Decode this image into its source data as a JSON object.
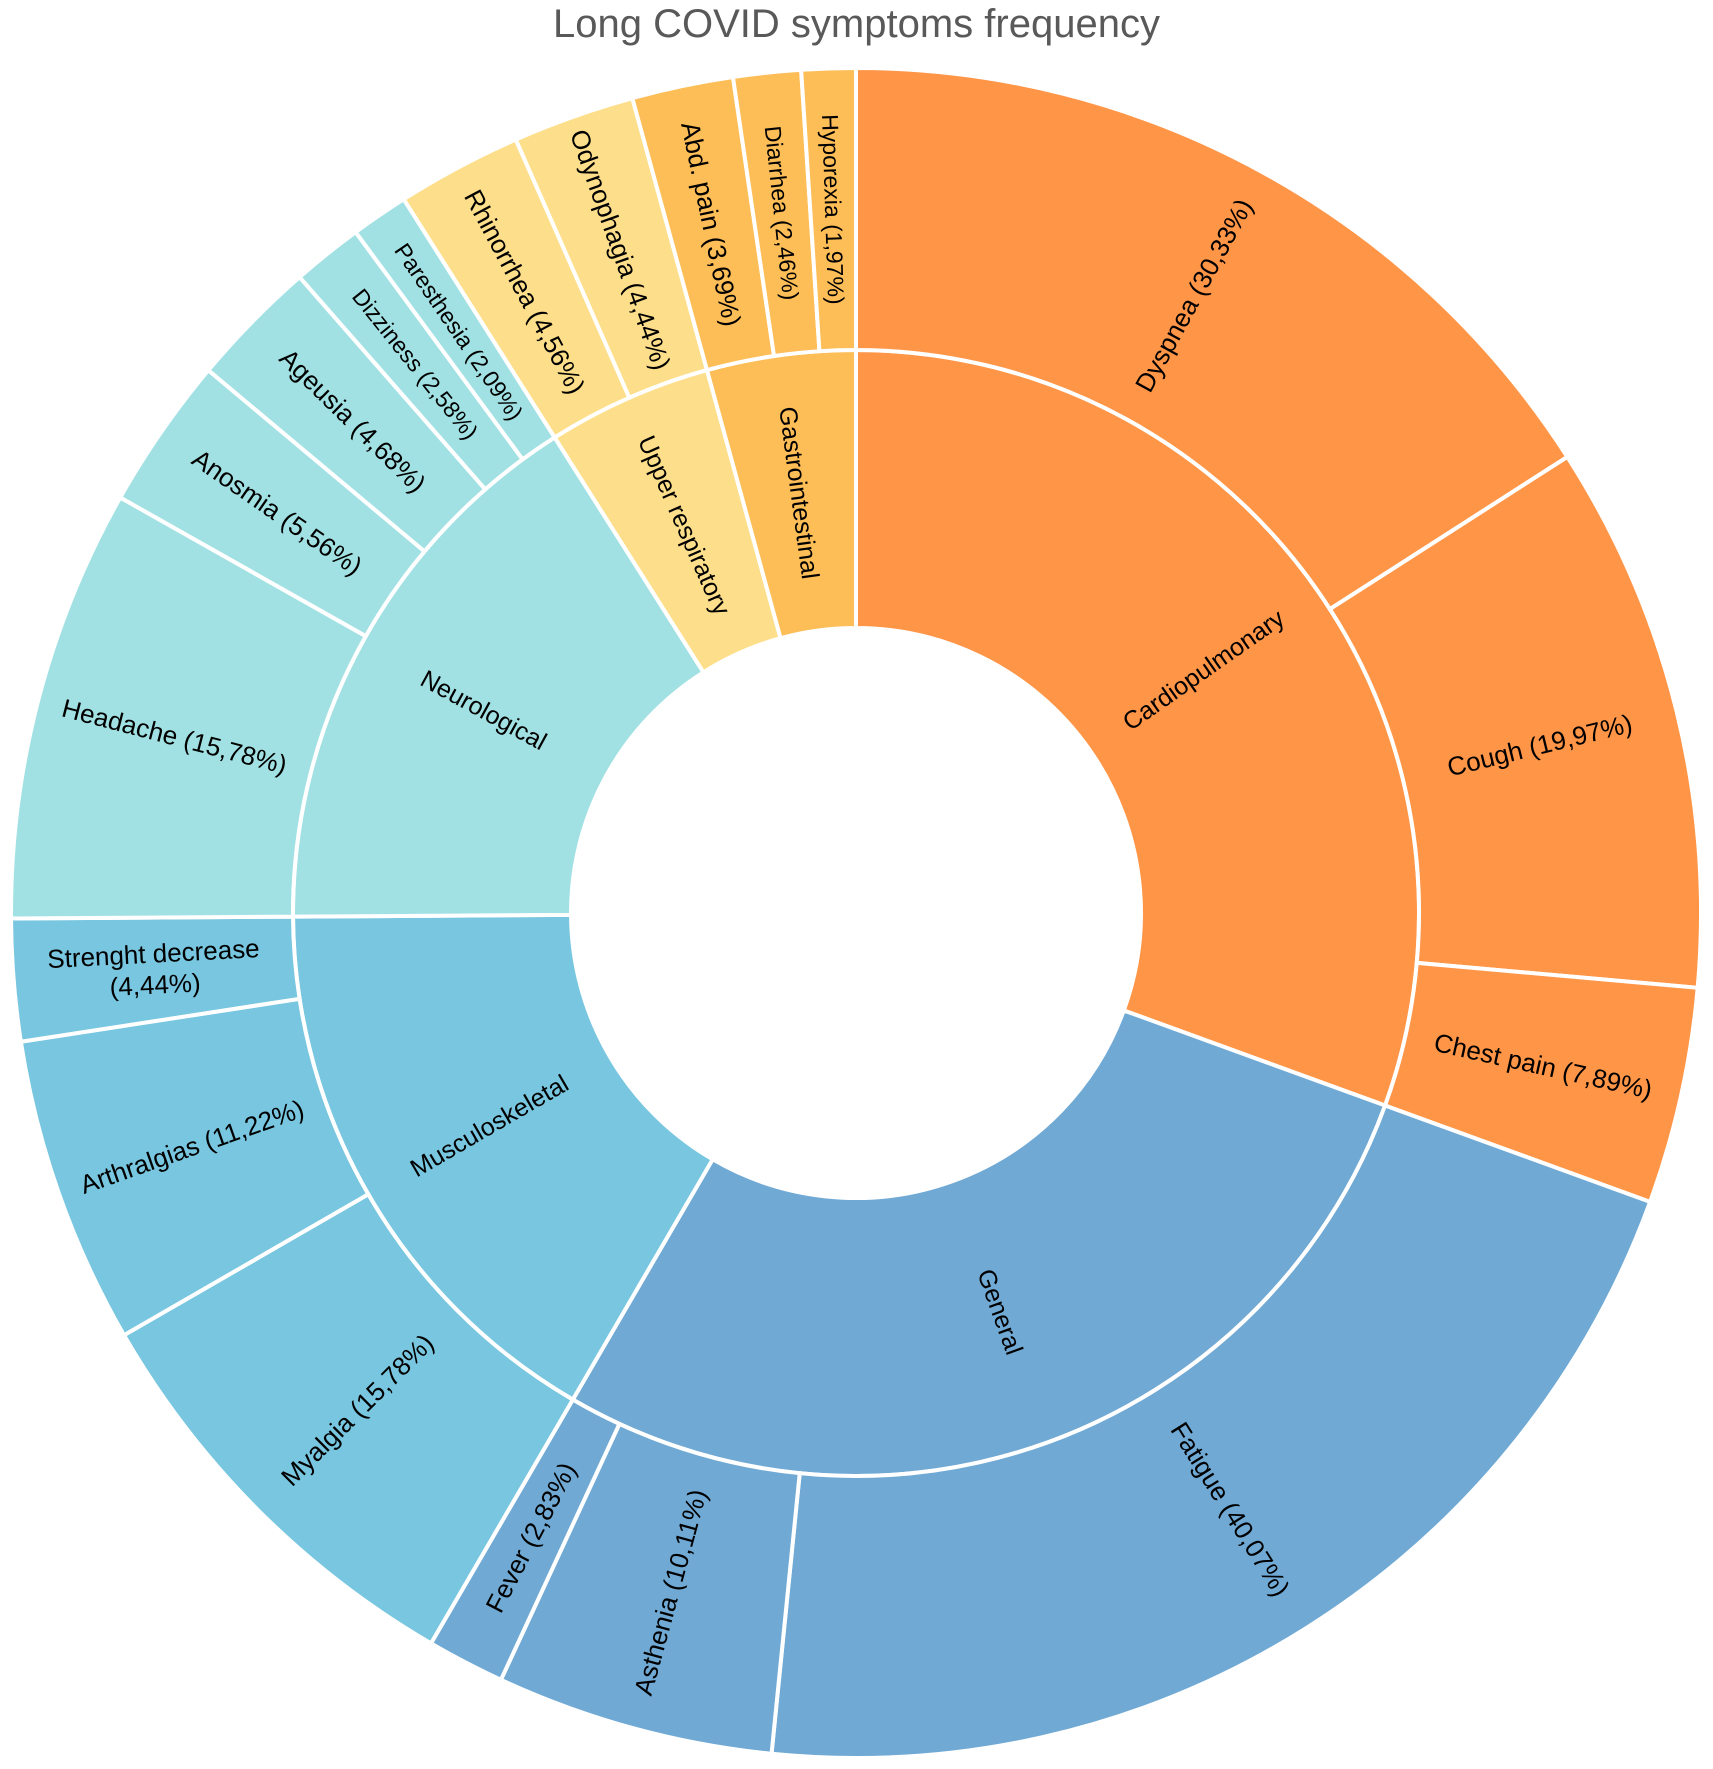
{
  "chart_data": {
    "type": "sunburst",
    "title": "Long COVID symptoms frequency",
    "inner_ring": [
      {
        "name": "Cardiopulmonary",
        "color": "#FF9547"
      },
      {
        "name": "General",
        "color": "#6FA9D4"
      },
      {
        "name": "Musculoskeletal",
        "color": "#78C6DF"
      },
      {
        "name": "Neurological",
        "color": "#A2E1E3"
      },
      {
        "name": "Upper respiratory",
        "color": "#FDDE8A"
      },
      {
        "name": "Gastrointestinal",
        "color": "#FDBD57"
      }
    ],
    "outer_ring": [
      {
        "parent": "Cardiopulmonary",
        "name": "Dyspnea",
        "value": 30.33,
        "label": "Dyspnea (30,33%)"
      },
      {
        "parent": "Cardiopulmonary",
        "name": "Cough",
        "value": 19.97,
        "label": "Cough (19,97%)"
      },
      {
        "parent": "Cardiopulmonary",
        "name": "Chest pain",
        "value": 7.89,
        "label": "Chest pain (7,89%)"
      },
      {
        "parent": "General",
        "name": "Fatigue",
        "value": 40.07,
        "label": "Fatigue (40,07%)"
      },
      {
        "parent": "General",
        "name": "Asthenia",
        "value": 10.11,
        "label": "Asthenia (10,11%)"
      },
      {
        "parent": "General",
        "name": "Fever",
        "value": 2.83,
        "label": "Fever (2,83%)"
      },
      {
        "parent": "Musculoskeletal",
        "name": "Myalgia",
        "value": 15.78,
        "label": "Myalgia (15,78%)"
      },
      {
        "parent": "Musculoskeletal",
        "name": "Arthralgias",
        "value": 11.22,
        "label": "Arthralgias (11,22%)"
      },
      {
        "parent": "Musculoskeletal",
        "name": "Strenght decrease",
        "value": 4.44,
        "label": "Strenght decrease (4,44%)"
      },
      {
        "parent": "Neurological",
        "name": "Headache",
        "value": 15.78,
        "label": "Headache (15,78%)"
      },
      {
        "parent": "Neurological",
        "name": "Anosmia",
        "value": 5.56,
        "label": "Anosmia (5,56%)"
      },
      {
        "parent": "Neurological",
        "name": "Ageusia",
        "value": 4.68,
        "label": "Ageusia (4,68%)"
      },
      {
        "parent": "Neurological",
        "name": "Dizziness",
        "value": 2.58,
        "label": "Dizziness (2,58%)"
      },
      {
        "parent": "Neurological",
        "name": "Paresthesia",
        "value": 2.09,
        "label": "Paresthesia (2,09%)"
      },
      {
        "parent": "Upper respiratory",
        "name": "Rhinorrhea",
        "value": 4.56,
        "label": "Rhinorrhea (4,56%)"
      },
      {
        "parent": "Upper respiratory",
        "name": "Odynophagia",
        "value": 4.44,
        "label": "Odynophagia (4,44%)"
      },
      {
        "parent": "Gastrointestinal",
        "name": "Abd. pain",
        "value": 3.69,
        "label": "Abd. pain (3,69%)"
      },
      {
        "parent": "Gastrointestinal",
        "name": "Diarrhea",
        "value": 2.46,
        "label": "Diarrhea (2,46%)"
      },
      {
        "parent": "Gastrointestinal",
        "name": "Hyporexia",
        "value": 1.97,
        "label": "Hyporexia (1,97%)"
      }
    ]
  }
}
